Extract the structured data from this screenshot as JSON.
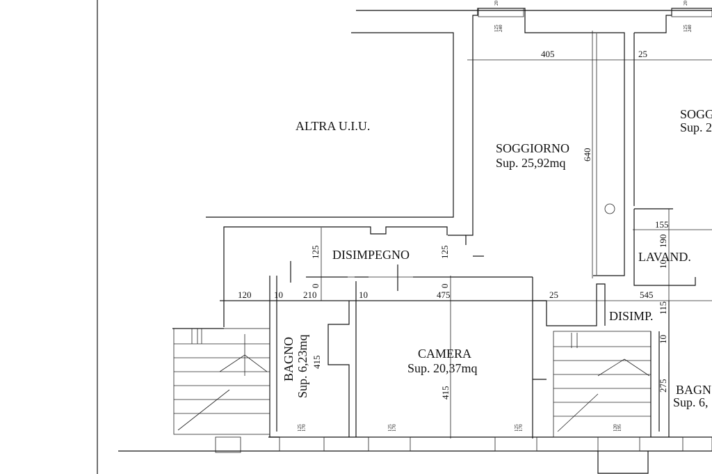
{
  "rooms": {
    "altra": "ALTRA U.I.U.",
    "soggiorno": "SOGGIORNO",
    "soggiorno_sup": "Sup. 25,92mq",
    "soggiorno_right": "SOGG",
    "soggiorno_right_sup": "Sup. 2",
    "disimpegno": "DISIMPEGNO",
    "lavand": "LAVAND.",
    "disimp": "DISIMP.",
    "camera": "CAMERA",
    "camera_sup": "Sup. 20,37mq",
    "bagno": "BAGNO",
    "bagno_sup": "Sup. 6,23mq",
    "bagno_right": "BAGN",
    "bagno_right_sup": "Sup. 6,"
  },
  "dims": {
    "d405": "405",
    "d25a": "25",
    "d640": "640",
    "d155": "155",
    "d190": "190",
    "d10lav": "10",
    "d125a": "125",
    "d125b": "125",
    "d0a": "0",
    "d0b": "0",
    "d120": "120",
    "d10a": "10",
    "d210": "210",
    "d10b": "10",
    "d475": "475",
    "d25b": "25",
    "d545": "545",
    "d115": "115",
    "d10c": "10",
    "d415a": "415",
    "d415b": "415",
    "d275": "275",
    "d20a": "20",
    "d20b": "20"
  },
  "windows": {
    "w1": "125",
    "w1b": "240",
    "w2": "125",
    "w2b": "240",
    "w3": "125",
    "w3b": "170",
    "w4": "125",
    "w4b": "170",
    "w5": "125",
    "w5b": "170",
    "w6": "120",
    "w6b": "195"
  }
}
